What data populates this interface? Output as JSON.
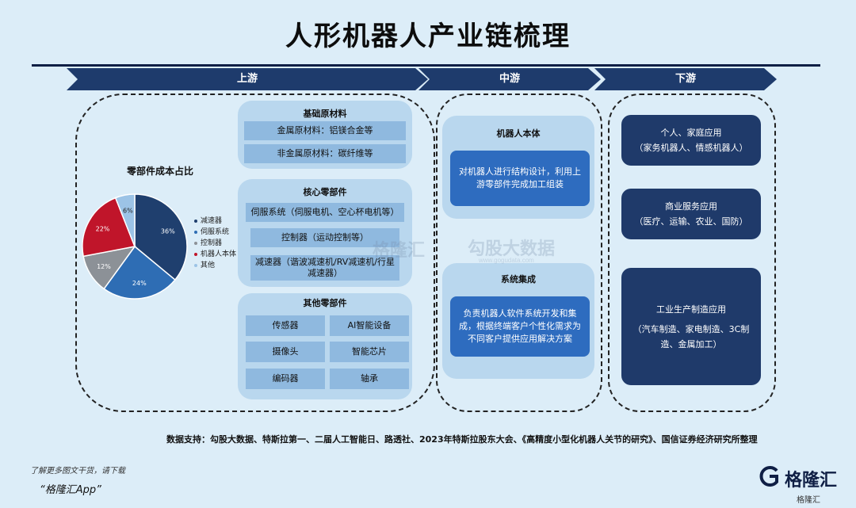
{
  "title": "人形机器人产业链梳理",
  "stages": {
    "up": "上游",
    "mid": "中游",
    "down": "下游"
  },
  "upstream": {
    "chart_title": "零部件成本占比",
    "basic": {
      "title": "基础原材料",
      "items": [
        "金属原材料：铝镁合金等",
        "非金属原材料：碳纤维等"
      ]
    },
    "core": {
      "title": "核心零部件",
      "items": [
        "伺服系统（伺服电机、空心杯电机等）",
        "控制器（运动控制等）",
        "减速器（谐波减速机/RV减速机/行星减速器）"
      ]
    },
    "other": {
      "title": "其他零部件",
      "items": [
        "传感器",
        "AI智能设备",
        "摄像头",
        "智能芯片",
        "编码器",
        "轴承"
      ]
    }
  },
  "chart_data": {
    "type": "pie",
    "title": "零部件成本占比",
    "slices": [
      {
        "name": "减速器",
        "value": 36,
        "label": "36%",
        "color": "#1f3f6e"
      },
      {
        "name": "伺服系统",
        "value": 24,
        "label": "24%",
        "color": "#2e6db4"
      },
      {
        "name": "控制器",
        "value": 12,
        "label": "12%",
        "color": "#8c9197"
      },
      {
        "name": "机器人本体",
        "value": 22,
        "label": "22%",
        "color": "#c0152a"
      },
      {
        "name": "其他",
        "value": 6,
        "label": "6%",
        "color": "#9cc3e6"
      }
    ],
    "legend_placement": "right"
  },
  "midstream": {
    "body": {
      "title": "机器人本体",
      "desc": "对机器人进行结构设计，利用上游零部件完成加工组装"
    },
    "integration": {
      "title": "系统集成",
      "desc": "负责机器人软件系统开发和集成，根据终端客户个性化需求为不同客户提供应用解决方案"
    }
  },
  "downstream": [
    {
      "line1": "个人、家庭应用",
      "line2": "（家务机器人、情感机器人）"
    },
    {
      "line1": "商业服务应用",
      "line2": "（医疗、运输、农业、国防）"
    },
    {
      "line1": "工业生产制造应用",
      "line2": "（汽车制造、家电制造、3C制造、金属加工）"
    }
  ],
  "source": "数据支持：勾股大数据、特斯拉第一、二届人工智能日、路透社、2023年特斯拉股东大会、《高精度小型化机器人关节的研究》、国信证券经济研究所整理",
  "footer": {
    "line1": "了解更多图文干货，请下载",
    "line2": "“格隆汇App”"
  },
  "brand": {
    "logo_text": "格隆汇",
    "watermark_left": "格隆汇",
    "watermark_right": "勾股大数据",
    "watermark_url": "www.gogudata.com",
    "corner": "格隆汇"
  }
}
